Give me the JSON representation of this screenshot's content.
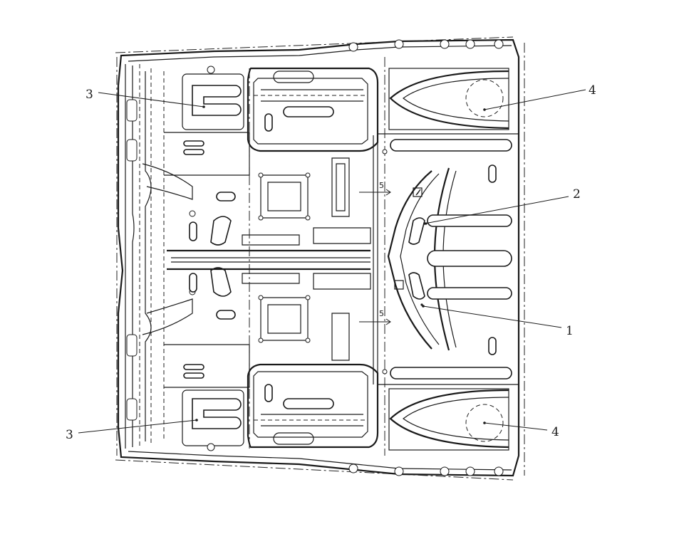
{
  "callouts": [
    {
      "id": "callout-1",
      "label": "1"
    },
    {
      "id": "callout-2",
      "label": "2"
    },
    {
      "id": "callout-3-top",
      "label": "3"
    },
    {
      "id": "callout-3-bottom",
      "label": "3"
    },
    {
      "id": "callout-4-top",
      "label": "4"
    },
    {
      "id": "callout-4-bottom",
      "label": "4"
    }
  ],
  "section_marks": [
    {
      "id": "section-mark-5-top",
      "label": "5"
    },
    {
      "id": "section-mark-5-bottom",
      "label": "5"
    }
  ]
}
